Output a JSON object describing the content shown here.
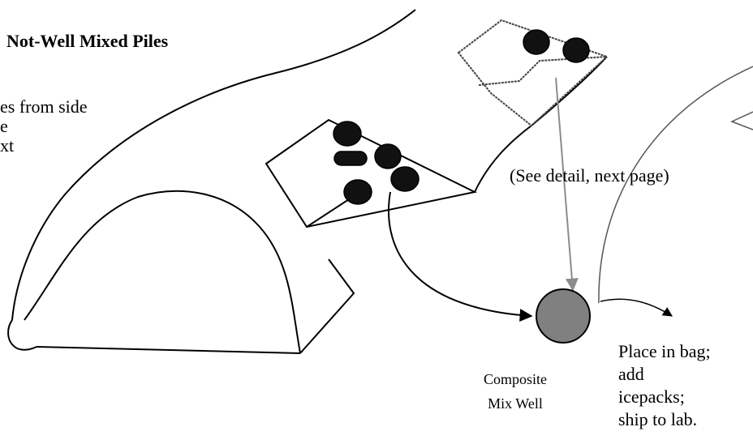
{
  "title": "Not-Well Mixed Piles",
  "left_note": {
    "lines": [
      "es from side",
      "e",
      "xt"
    ]
  },
  "detail_note": "(See detail, next page)",
  "composite": {
    "line1": "Composite",
    "line2": "Mix Well"
  },
  "place_note": {
    "lines": [
      "Place in bag;",
      "add",
      "icepacks;",
      "ship to lab."
    ]
  },
  "colors": {
    "ink": "#000000",
    "sample_fill": "#111111",
    "composite_fill": "#808080",
    "gray_arrow": "#8c8c8c",
    "dark_gray_stroke": "#555555"
  }
}
